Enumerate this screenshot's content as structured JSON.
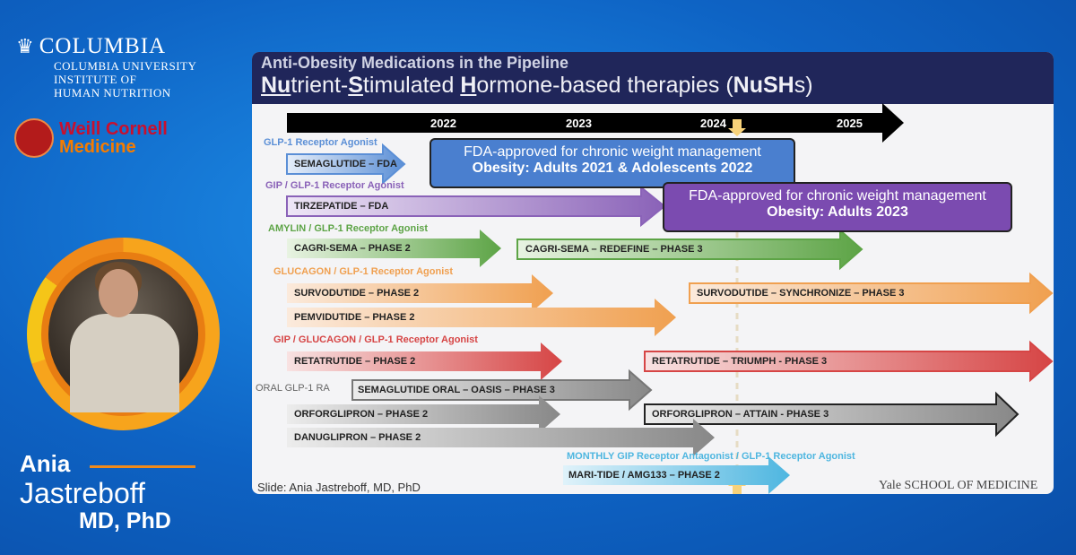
{
  "logos": {
    "columbia": {
      "name": "COLUMBIA",
      "sub1": "COLUMBIA UNIVERSITY",
      "sub2": "INSTITUTE OF",
      "sub3": "HUMAN NUTRITION"
    },
    "weill": {
      "line1": "Weill Cornell",
      "line2": "Medicine"
    }
  },
  "speaker": {
    "first": "Ania",
    "last": "Jastreboff",
    "degree": "MD, PhD"
  },
  "slide": {
    "title1": "Anti-Obesity Medications in the Pipeline",
    "title2": {
      "p1": "Nu",
      "p2": "trient-",
      "p3": "S",
      "p4": "timulated ",
      "p5": "H",
      "p6": "ormone-based therapies (",
      "p7": "NuSH",
      "p8": "s)"
    },
    "years": [
      "2022",
      "2023",
      "2024",
      "2025"
    ],
    "categories": {
      "glp1": "GLP-1 Receptor Agonist",
      "gip_glp1": "GIP / GLP-1 Receptor Agonist",
      "amylin": "AMYLIN / GLP-1 Receptor Agonist",
      "glucagon": "GLUCAGON / GLP-1 Receptor Agonist",
      "triple": "GIP / GLUCAGON / GLP-1 Receptor Agonist",
      "oral": "ORAL GLP-1 RA",
      "monthly": "MONTHLY GIP Receptor Antagonist / GLP-1 Receptor Agonist"
    },
    "bars": {
      "semaglutide": "SEMAGLUTIDE – FDA",
      "tirzepatide": "TIRZEPATIDE – FDA",
      "cagri2": "CAGRI-SEMA – PHASE 2",
      "cagri3": "CAGRI-SEMA – REDEFINE – PHASE 3",
      "survo2": "SURVODUTIDE – PHASE 2",
      "survo3": "SURVODUTIDE – SYNCHRONIZE – PHASE 3",
      "pemvi": "PEMVIDUTIDE – PHASE 2",
      "reta2": "RETATRUTIDE – PHASE 2",
      "reta3": "RETATRUTIDE – TRIUMPH - PHASE 3",
      "semaoral": "SEMAGLUTIDE ORAL – OASIS – PHASE 3",
      "orfor2": "ORFORGLIPRON – PHASE 2",
      "orfor3": "ORFORGLIPRON – ATTAIN - PHASE 3",
      "danu": "DANUGLIPRON – PHASE 2",
      "maritide": "MARI-TIDE / AMG133 – PHASE 2"
    },
    "callouts": {
      "c1_line1": "FDA-approved for chronic weight management",
      "c1_line2": "Obesity: Adults 2021 & Adolescents 2022",
      "c2_line1": "FDA-approved for chronic weight management",
      "c2_line2": "Obesity: Adults 2023"
    },
    "footer_left": "Slide: Ania Jastreboff, MD, PhD",
    "footer_right": "Yale SCHOOL OF MEDICINE"
  },
  "colors": {
    "glp1": "#5b8fd6",
    "gip_glp1": "#8a62b8",
    "amylin": "#5da446",
    "glucagon": "#f0a050",
    "triple": "#d64545",
    "oral": "#888888",
    "monthly": "#4eb6e0",
    "bg": "#0e63c4"
  }
}
